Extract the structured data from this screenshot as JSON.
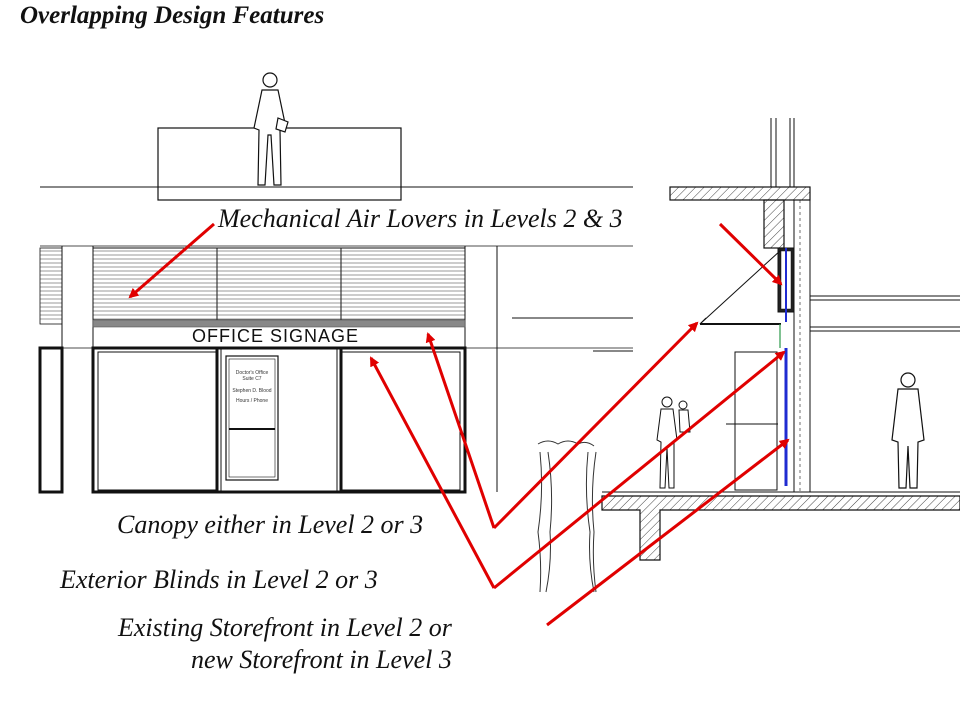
{
  "title": "Overlapping Design Features",
  "sign_text": "OFFICE SIGNAGE",
  "door_text": {
    "line1": "Doctor's Office",
    "line2": "Suite C7",
    "line3": "Stephen D. Blood",
    "line4": "Hours / Phone"
  },
  "callouts": {
    "mechanical": "Mechanical Air Lovers in Levels 2 & 3",
    "canopy": "Canopy either in Level 2 or 3",
    "blinds": "Exterior Blinds in Level 2 or 3",
    "storefront_line1": "Existing Storefront in  Level 2 or",
    "storefront_line2": "new Storefront in Level 3"
  },
  "colors": {
    "arrow": "#e00000",
    "line": "#111111",
    "band": "#888888",
    "storefront": "#1f2bd1"
  }
}
